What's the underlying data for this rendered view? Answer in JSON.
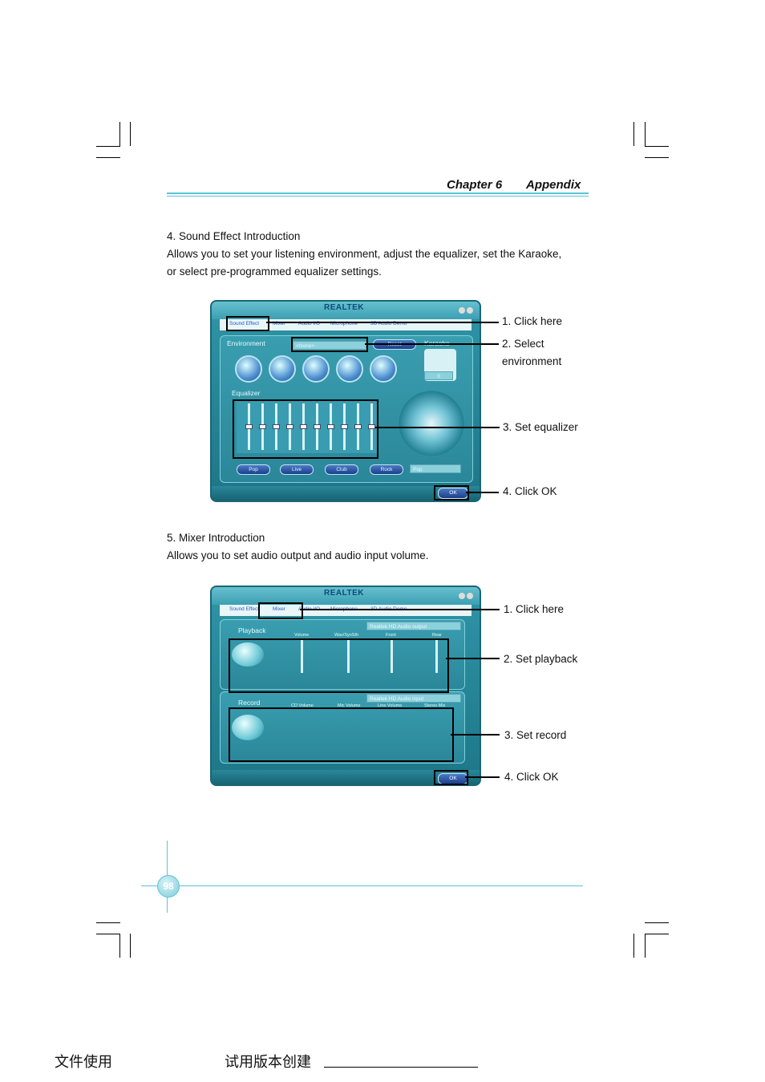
{
  "header": {
    "chapter": "Chapter 6",
    "section": "Appendix"
  },
  "section4": {
    "title": "4. Sound Effect Introduction",
    "line1": "Allows you to set your listening environment, adjust the equalizer, set the Karaoke,",
    "line2": "or select pre-programmed equalizer settings."
  },
  "section5": {
    "title": "5. Mixer Introduction",
    "line1": "Allows you to set audio output and audio input volume."
  },
  "app": {
    "logo": "REALTEK",
    "tabs": [
      "Sound Effect",
      "Mixer",
      "Audio I/O",
      "Microphone",
      "3D Audio Demo"
    ],
    "ok_label": "OK"
  },
  "sound_effect": {
    "environment_label": "Environment",
    "environment_value": "<None>",
    "reset_label": "Reset",
    "karaoke_label": "Karaoke",
    "karaoke_value": "0",
    "equalizer_label": "Equalizer",
    "presets": [
      "Pop",
      "Live",
      "Club",
      "Rock"
    ],
    "preset_select": "Pop"
  },
  "mixer": {
    "playback_label": "Playback",
    "playback_device": "Realtek HD Audio output",
    "playback_channels": [
      "Volume",
      "Wav/SynSth",
      "Front",
      "Rear"
    ],
    "record_label": "Record",
    "record_device": "Realtek HD Audio input",
    "record_channels": [
      "CD Volume",
      "Mic Volume",
      "Line Volume",
      "Stereo Mix"
    ]
  },
  "callouts1": {
    "c1": "1. Click here",
    "c2a": "2. Select",
    "c2b": "environment",
    "c3": "3. Set equalizer",
    "c4": "4. Click OK"
  },
  "callouts2": {
    "c1": "1. Click here",
    "c2": "2. Set playback",
    "c3": "3. Set record",
    "c4": "4. Click OK"
  },
  "page_number": "98",
  "footer": {
    "left": "文件使用",
    "right": "试用版本创建"
  }
}
